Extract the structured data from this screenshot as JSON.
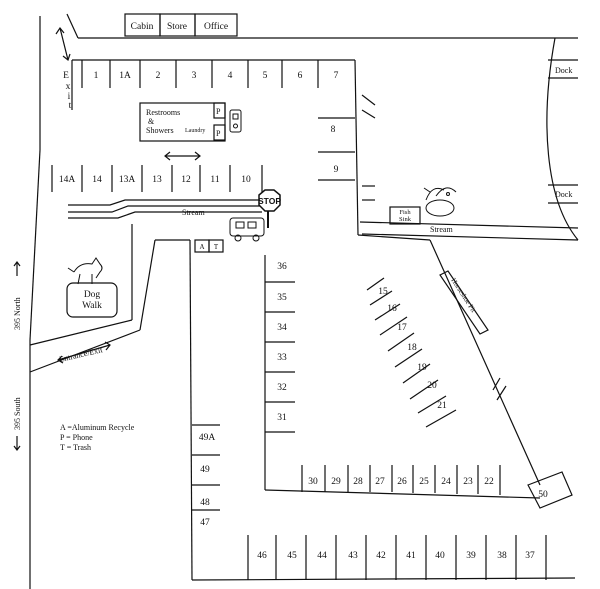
{
  "buildings": {
    "cabin": "Cabin",
    "store": "Store",
    "office": "Office"
  },
  "top_row_sites": [
    "1",
    "1A",
    "2",
    "3",
    "4",
    "5",
    "6",
    "7"
  ],
  "mid_row_sites": [
    "14A",
    "14",
    "13A",
    "13",
    "12",
    "11",
    "10"
  ],
  "right_upper_sites": [
    "8",
    "9"
  ],
  "left_column_sites": [
    "36",
    "35",
    "34",
    "33",
    "32",
    "31"
  ],
  "diagonal_sites": [
    "15",
    "16",
    "17",
    "18",
    "19",
    "20",
    "21"
  ],
  "bottom_inner_row_sites": [
    "30",
    "29",
    "28",
    "27",
    "26",
    "25",
    "24",
    "23",
    "22"
  ],
  "bottom_row_sites": [
    "46",
    "45",
    "44",
    "43",
    "42",
    "41",
    "40",
    "39",
    "38",
    "37"
  ],
  "west_column_sites": [
    "49A",
    "49",
    "48",
    "47"
  ],
  "corner_site": "50",
  "restrooms": {
    "line1": "Restrooms",
    "line2": "&",
    "line3": "Showers",
    "laundry": "Laundry",
    "p1": "P",
    "p2": "P"
  },
  "labels": {
    "exit_vertical": [
      "E",
      "x",
      "i",
      "t"
    ],
    "stream_left": "Stream",
    "stream_right": "Stream",
    "fish_sink_1": "Fish",
    "fish_sink_2": "Sink",
    "dock_upper": "Dock",
    "dock_lower": "Dock",
    "stop": "STOP",
    "dog_walk_1": "Dog",
    "dog_walk_2": "Walk",
    "entrance_exit": "Entrance/Exit",
    "road_north": "395 North",
    "road_south": "395 South",
    "horseshoe_pit": "Horseshoe Pit",
    "a_box": "A",
    "t_box": "T"
  },
  "legend": [
    "A =Aluminum Recycle",
    "P = Phone",
    "T = Trash"
  ],
  "icons": [
    "stop-sign-icon",
    "rv-camper-icon",
    "dog-icon",
    "fish-basket-icon",
    "phone-icon",
    "double-arrow-icon"
  ]
}
